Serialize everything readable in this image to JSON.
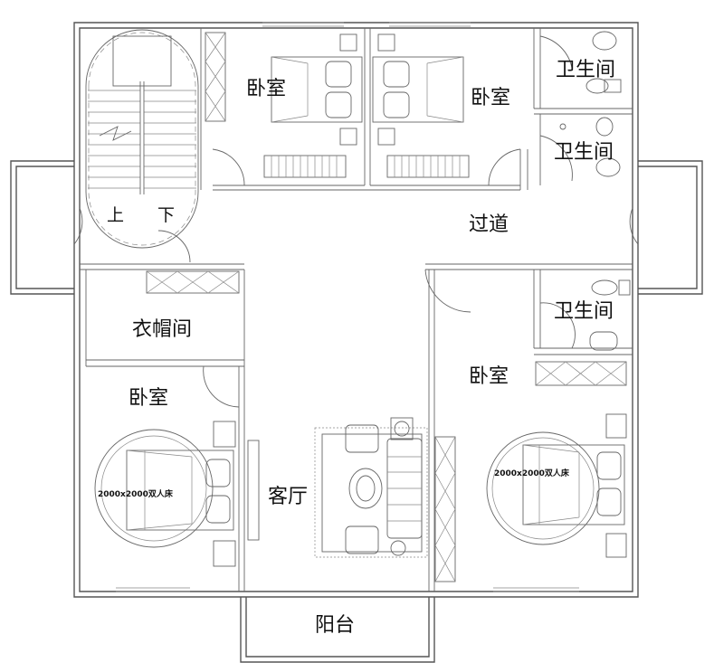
{
  "plan": {
    "rooms": {
      "bedroom_top_left": "卧室",
      "bedroom_top_right": "卧室",
      "bathroom_1": "卫生间",
      "bathroom_2": "卫生间",
      "bathroom_3": "卫生间",
      "corridor": "过道",
      "cloakroom": "衣帽间",
      "bedroom_left": "卧室",
      "bedroom_right": "卧室",
      "living_room": "客厅",
      "balcony": "阳台"
    },
    "stairs": {
      "up": "上",
      "down": "下"
    },
    "beds": {
      "left_bed_label": "2000x2000双人床",
      "right_bed_label": "2000x2000双人床"
    },
    "colors": {
      "wall": "#555555",
      "furniture": "#666666",
      "nightstand": "#d8dcaa",
      "text": "#111111"
    }
  }
}
